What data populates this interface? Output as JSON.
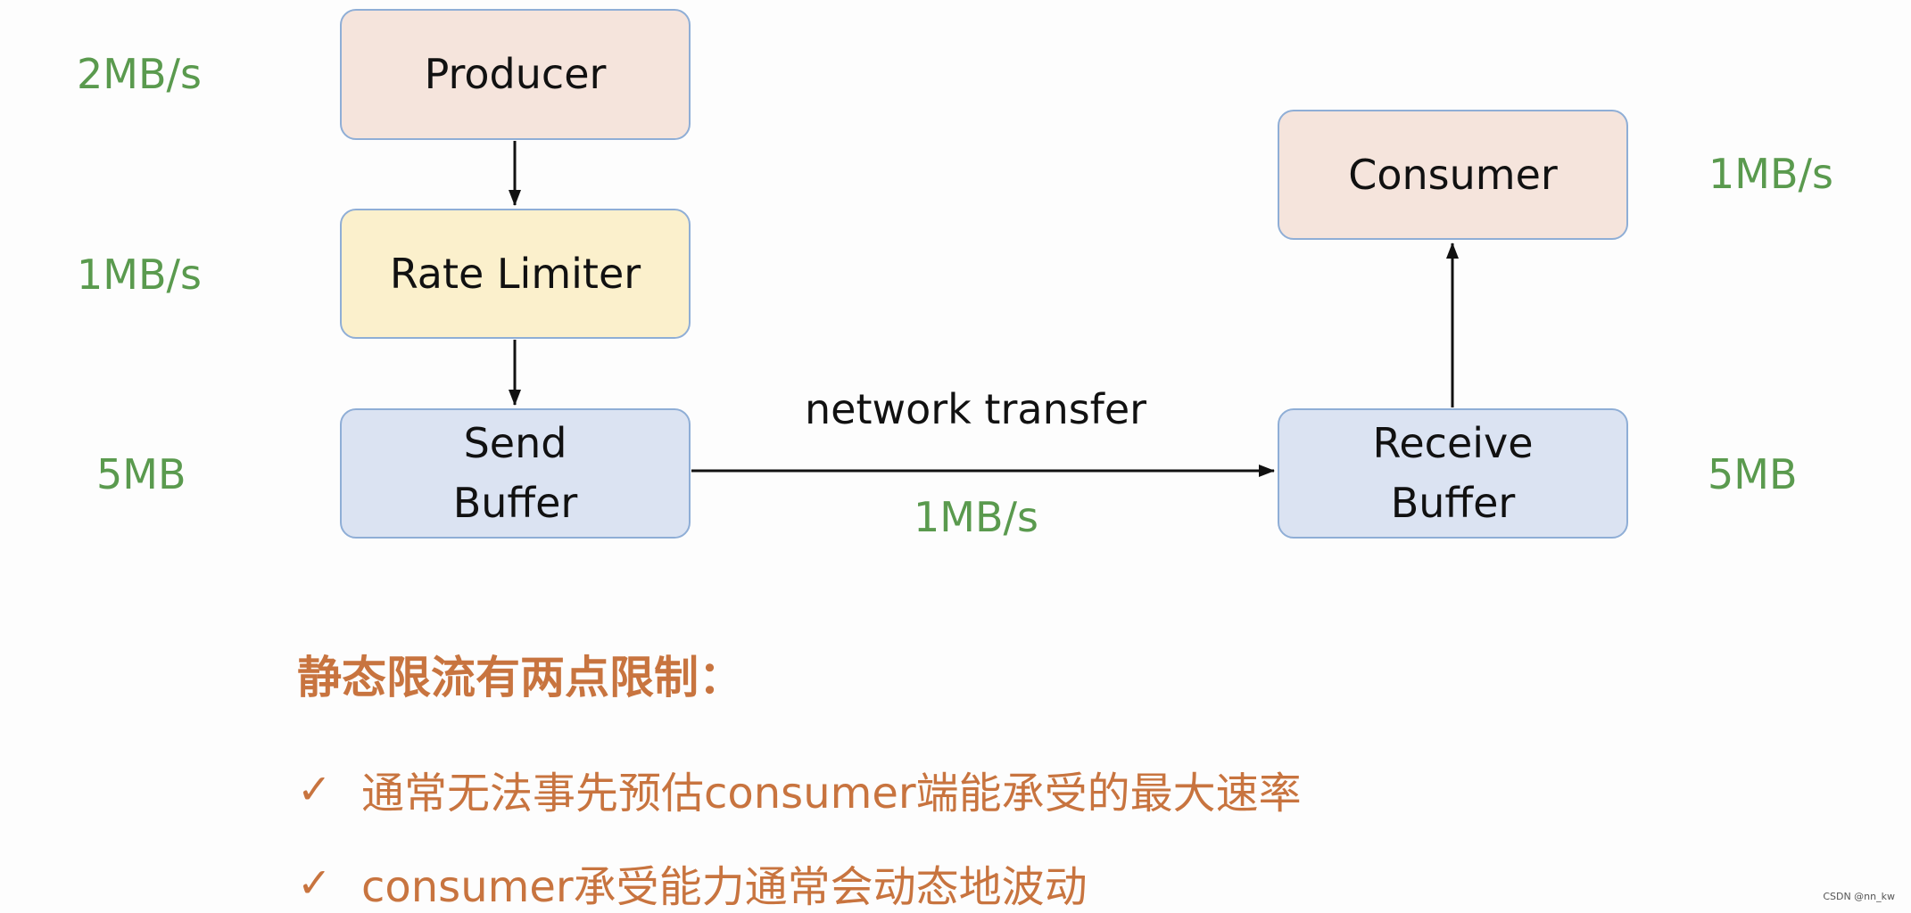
{
  "diagram": {
    "nodes": {
      "producer": {
        "label": "Producer"
      },
      "rate_limiter": {
        "label": "Rate Limiter"
      },
      "send_buffer": {
        "label": "Send\nBuffer"
      },
      "receive_buffer": {
        "label": "Receive\nBuffer"
      },
      "consumer": {
        "label": "Consumer"
      }
    },
    "rates": {
      "producer": "2MB/s",
      "rate_limiter": "1MB/s",
      "send_buffer": "5MB",
      "consumer": "1MB/s",
      "receive_buffer": "5MB",
      "network": "1MB/s"
    },
    "edge_label": "network transfer",
    "colors": {
      "rate_text": "#5a9a4e",
      "note_text": "#c8743f",
      "box_border": "#8faed6",
      "peach": "#f5e4dc",
      "yellow": "#fbf0cc",
      "blue": "#dbe3f2"
    }
  },
  "notes": {
    "heading": "静态限流有两点限制：",
    "check_icon": "✓",
    "items": [
      "通常无法事先预估consumer端能承受的最大速率",
      "consumer承受能力通常会动态地波动"
    ]
  },
  "watermark": "CSDN @nn_kw"
}
